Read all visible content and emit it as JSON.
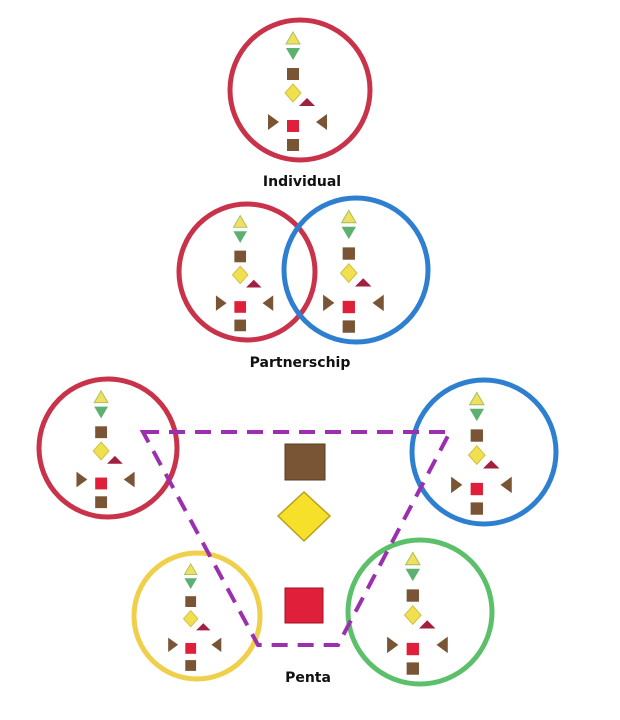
{
  "labels": {
    "individual": "Individual",
    "partnership": "Partnerschip",
    "penta": "Penta"
  },
  "colors": {
    "red": "#c8334a",
    "blue": "#2f7fd0",
    "yellow": "#f0cf4a",
    "green": "#5cc06a",
    "purple": "#9b2fb0",
    "brown": "#7a5535",
    "square_red": "#e0203a",
    "diamond_yellow": "#f7e02a"
  },
  "groups": [
    {
      "name": "individual",
      "circles": [
        "red"
      ]
    },
    {
      "name": "partnership",
      "circles": [
        "red",
        "blue"
      ]
    },
    {
      "name": "penta",
      "circles": [
        "red",
        "blue",
        "yellow",
        "green"
      ],
      "center_shapes": [
        "brown-square",
        "yellow-diamond",
        "red-square"
      ]
    }
  ]
}
